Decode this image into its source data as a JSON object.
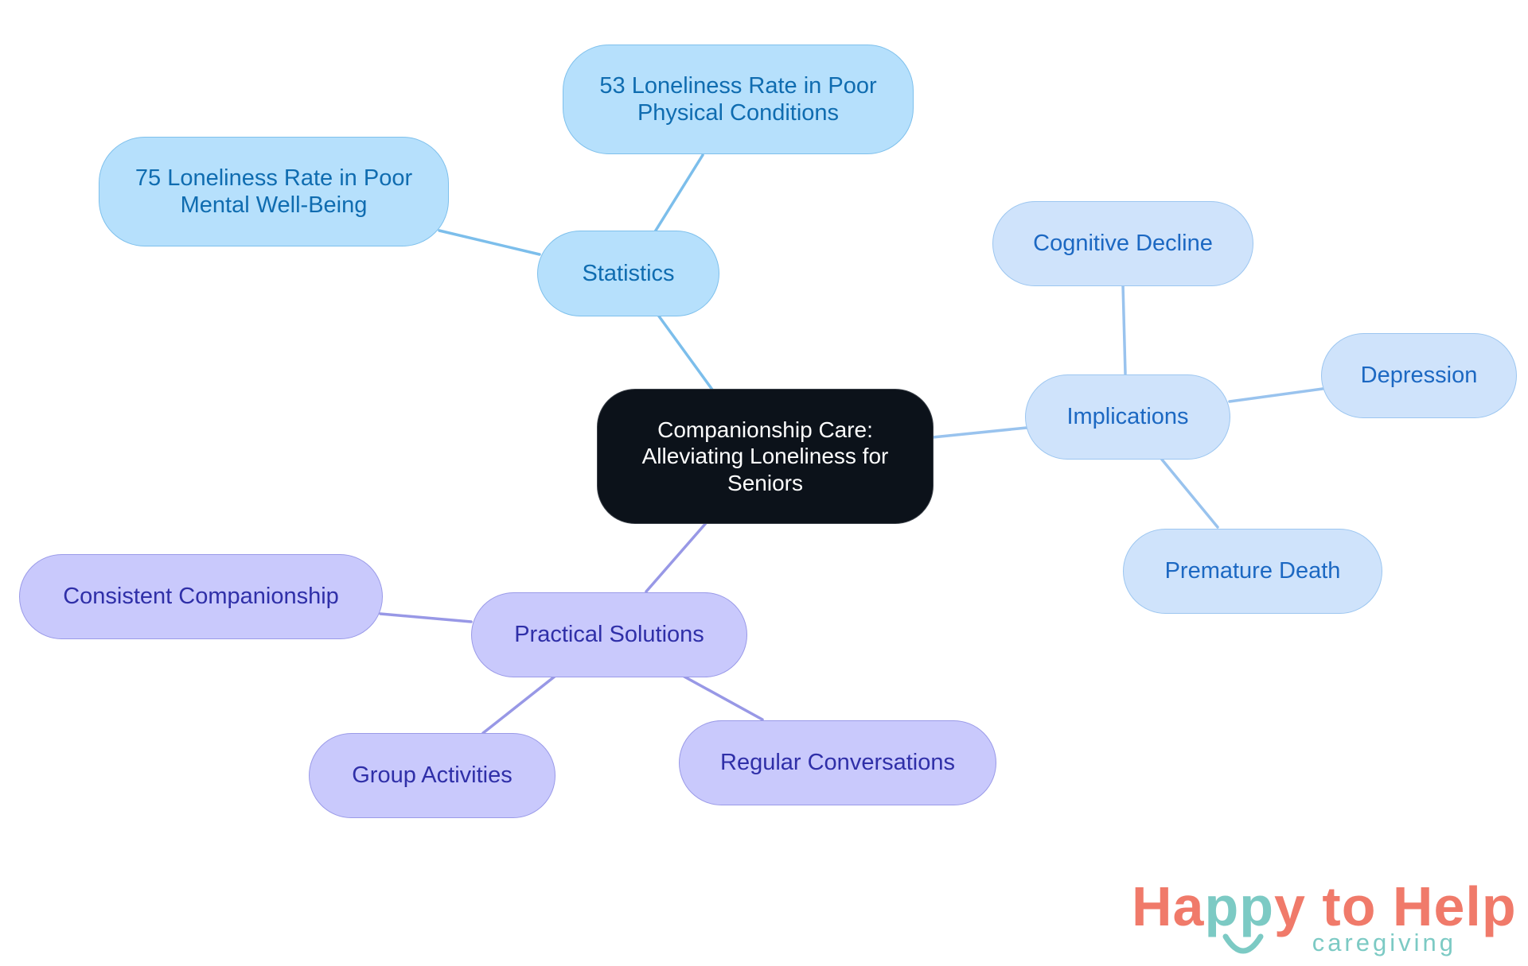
{
  "diagram": {
    "root": {
      "label": "Companionship Care: Alleviating Loneliness for Seniors"
    },
    "statistics": {
      "label": "Statistics",
      "children": [
        "75 Loneliness Rate in Poor Mental Well-Being",
        "53 Loneliness Rate in Poor Physical Conditions"
      ]
    },
    "implications": {
      "label": "Implications",
      "children": [
        "Cognitive Decline",
        "Depression",
        "Premature Death"
      ]
    },
    "practical_solutions": {
      "label": "Practical Solutions",
      "children": [
        "Consistent Companionship",
        "Group Activities",
        "Regular Conversations"
      ]
    }
  },
  "colors": {
    "root_fill": "#0c121a",
    "statistics_fill": "#b6e0fc",
    "implications_fill": "#cfe3fb",
    "practical_fill": "#c9c9fc",
    "statistics_edge": "#7cbeeb",
    "implications_edge": "#99c3ee",
    "practical_edge": "#9898e6"
  },
  "logo": {
    "brand_name": "Happy to Help",
    "tagline": "caregiving",
    "colors": {
      "primary": "#f07a6a",
      "secondary": "#7ccac4"
    }
  }
}
